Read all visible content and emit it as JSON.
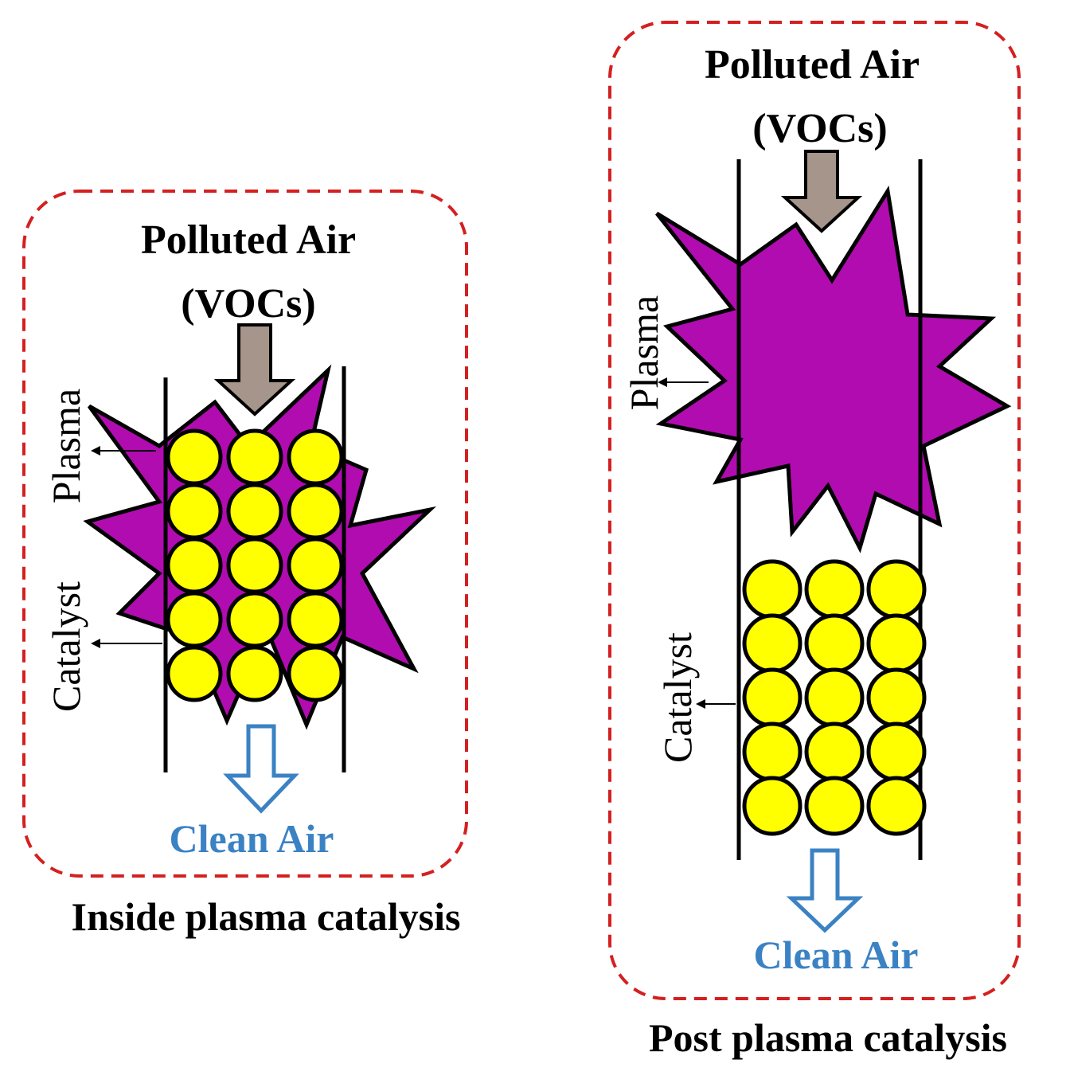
{
  "colors": {
    "plasma": "#b10cb0",
    "catalyst": "#ffff00",
    "frame": "#d42020",
    "inlet_arrow": "#a5958a",
    "outlet_arrow": "#3b82c4",
    "clean_text": "#3b82c4",
    "line": "#000000"
  },
  "panels": [
    {
      "name": "inside",
      "inlet_label": "Polluted Air",
      "inlet_sub": "(VOCs)",
      "plasma_label": "Plasma",
      "catalyst_label": "Catalyst",
      "outlet_label": "Clean Air",
      "caption": "Inside plasma catalysis",
      "catalyst_rows": 5,
      "catalyst_cols": 3
    },
    {
      "name": "post",
      "inlet_label": "Polluted Air",
      "inlet_sub": "(VOCs)",
      "plasma_label": "Plasma",
      "catalyst_label": "Catalyst",
      "outlet_label": "Clean Air",
      "caption": "Post plasma catalysis",
      "catalyst_rows": 5,
      "catalyst_cols": 3
    }
  ]
}
